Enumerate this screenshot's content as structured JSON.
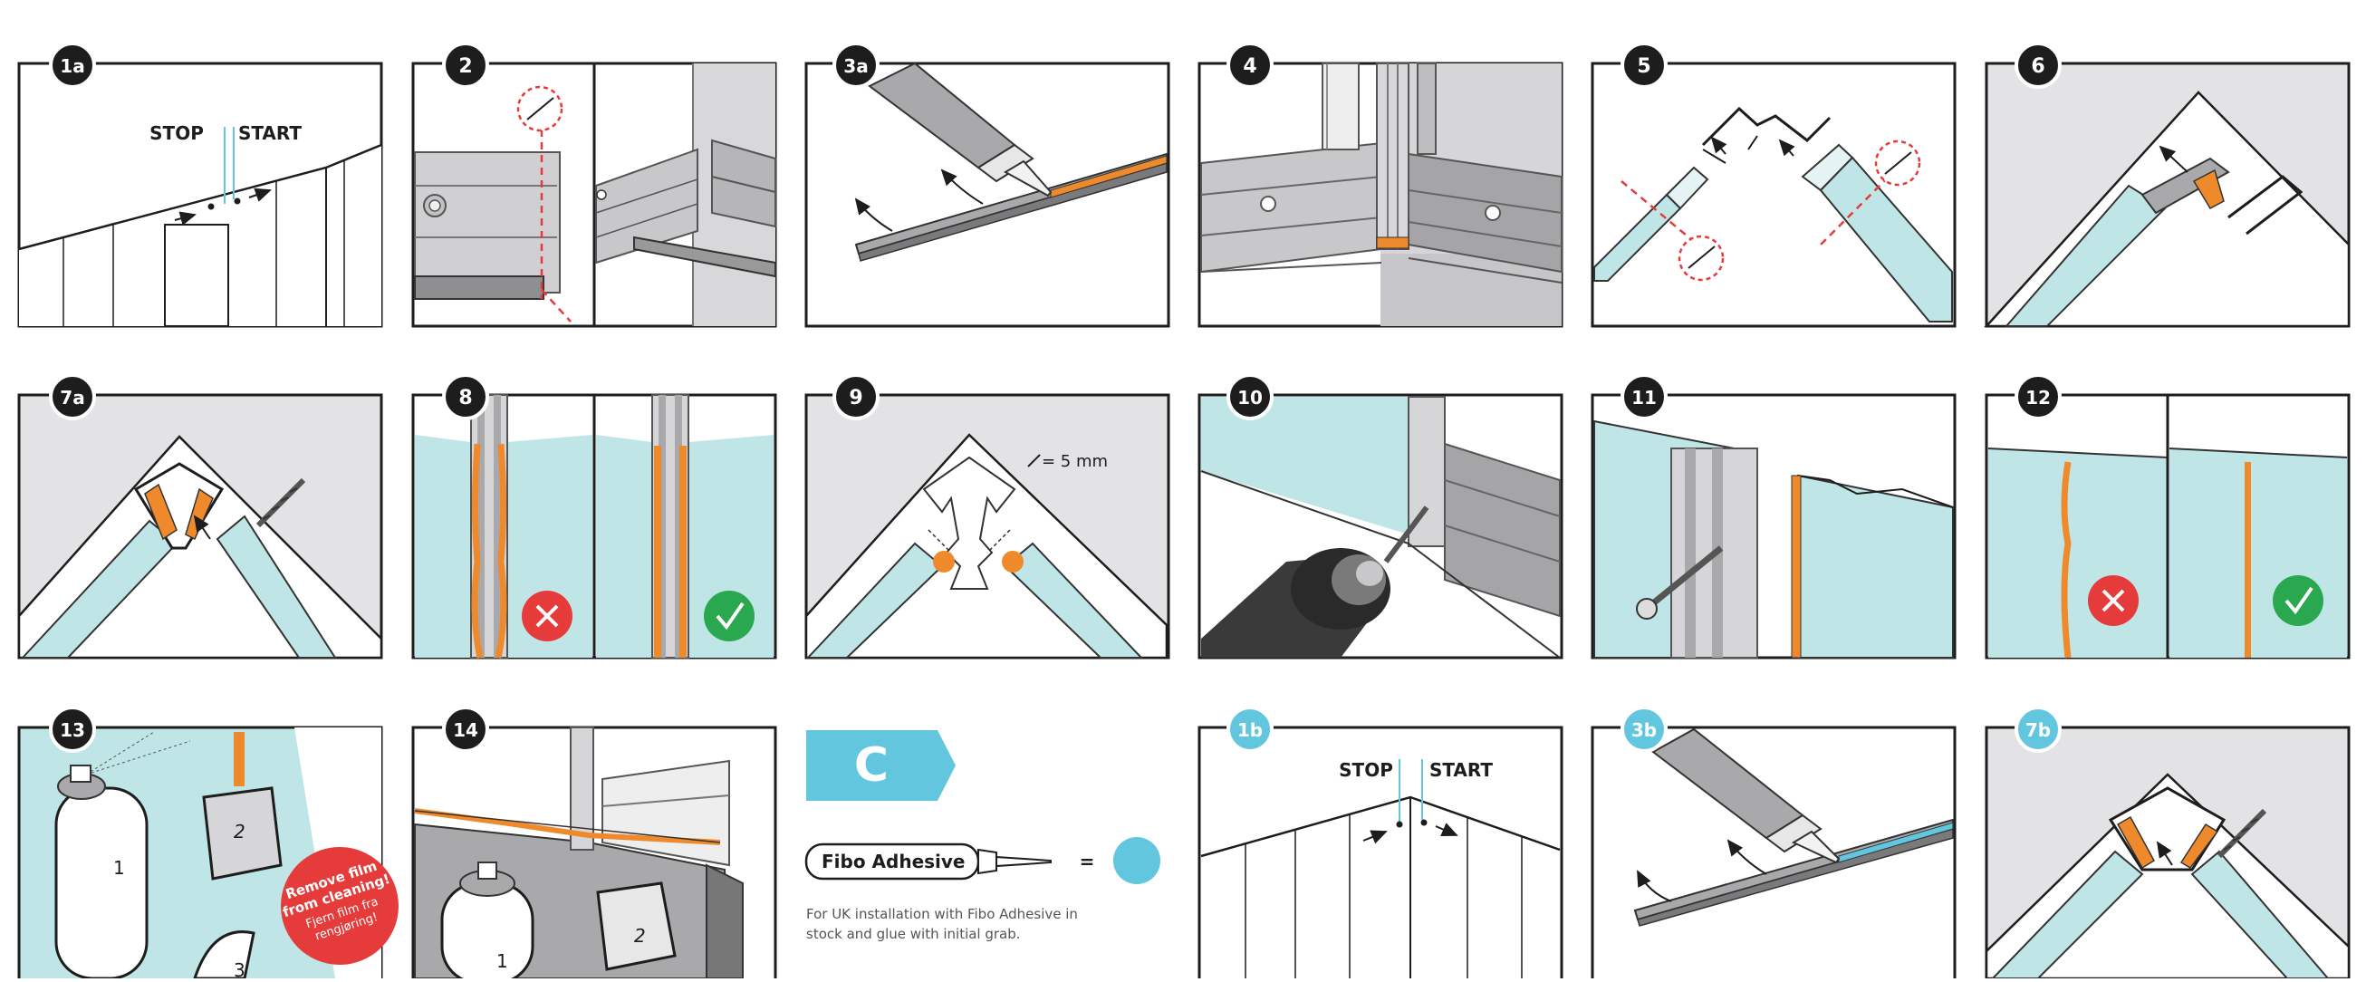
{
  "colors": {
    "panel_teal": "#bfe5e6",
    "wall_grey": "#e3e3e5",
    "profile_grey": "#a9a9ab",
    "orange": "#ee8a2c",
    "accent_blue": "#62c6de",
    "red": "#e63b3b",
    "green": "#2aa84f",
    "black": "#1d1d1d"
  },
  "steps": {
    "s1a": "1a",
    "s2": "2",
    "s3a": "3a",
    "s4": "4",
    "s5": "5",
    "s6": "6",
    "s7a": "7a",
    "s8": "8",
    "s9": "9",
    "s10": "10",
    "s11": "11",
    "s12": "12",
    "s13": "13",
    "s14": "14",
    "s1b": "1b",
    "s3b": "3b",
    "s7b": "7b"
  },
  "labels": {
    "stop": "STOP",
    "start": "START",
    "measure": "= 5 mm",
    "can_1": "1",
    "cloth_2": "2",
    "bottle_3": "3",
    "remove_film": [
      "Remove film",
      "from cleaning!",
      "Fjern film fra",
      "rengjøring!"
    ]
  },
  "section_c": {
    "letter": "C",
    "adhesive_label": "Fibo Adhesive",
    "equals": "=",
    "note_lines": [
      "For UK installation with Fibo Adhesive in",
      "stock and glue with initial grab."
    ]
  },
  "icons": [
    "cross-icon",
    "check-icon",
    "caulk-gun-icon",
    "drill-icon",
    "screw-icon",
    "spray-can-icon",
    "cloth-icon"
  ]
}
